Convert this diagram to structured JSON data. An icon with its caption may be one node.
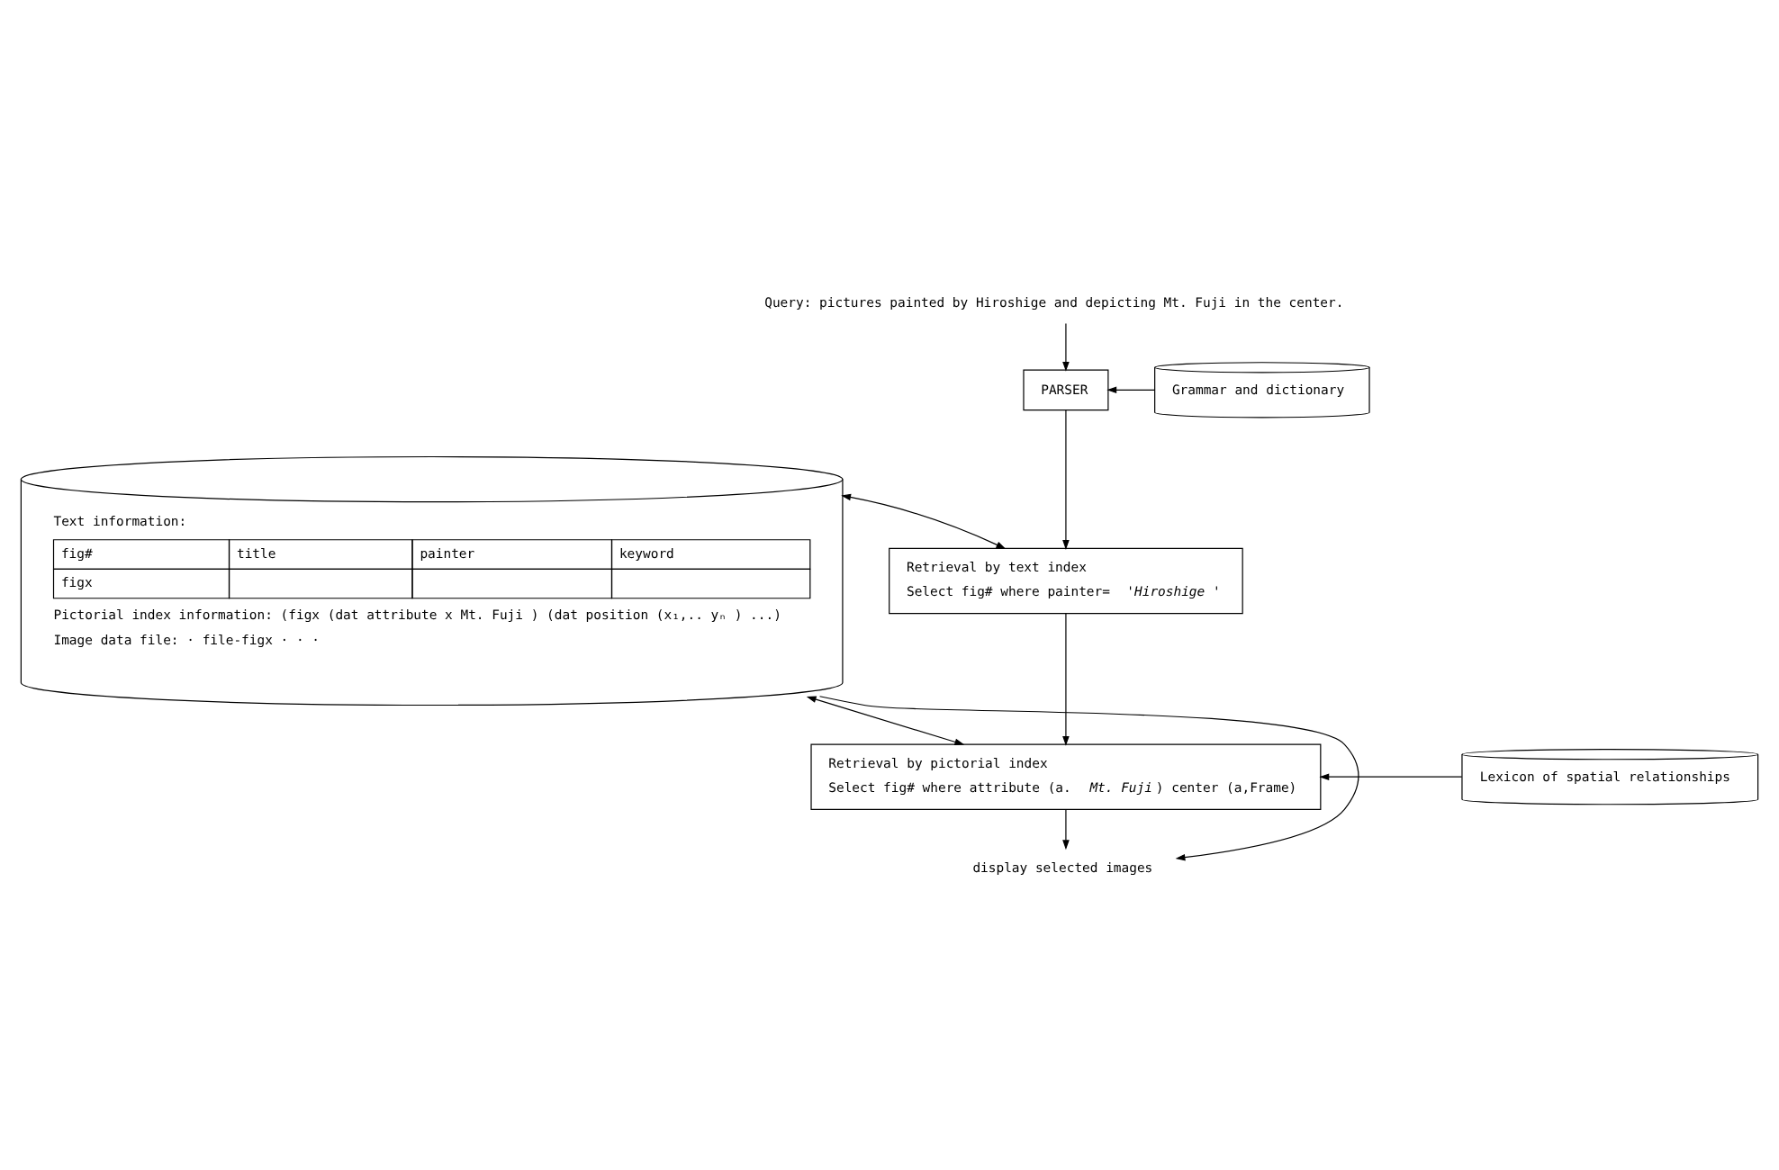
{
  "diagram": {
    "nodes": [
      {
        "text": [
          "Query: pictures painted by Hiroshige and depicting Mt. Fuji in the center."
        ]
      },
      {
        "text": [
          "PARSER"
        ]
      },
      {
        "text": [
          "Grammar and dictionary"
        ]
      },
      {
        "text": [
          "Retrieval by text index",
          "Select fig# where painter= *'Hiroshige '*"
        ]
      },
      {
        "text": [
          "Retrieval by pictorial index",
          "Select fig# where attribute (a. *Mt. Fuji*) center (a,Frame)"
        ]
      },
      {
        "text": [
          "Lexicon of spatial relationships"
        ]
      },
      {
        "text": [
          "display selected images"
        ]
      },
      {
        "text": [
          "Text information:",
          "Pictorial index information: (figx (dat attribute x Mt. Fuji ) (dat position (x₁,.. yₙ ) ...)",
          "Image data file: · file-figx · · ·"
        ]
      }
    ],
    "edges": [
      {
        "from": 0,
        "to": 1,
        "arrow": "to"
      },
      {
        "from": 2,
        "to": 1,
        "arrow": "to"
      },
      {
        "from": 1,
        "to": 3,
        "arrow": "to"
      },
      {
        "from": 7,
        "to": 3,
        "arrow": "both"
      },
      {
        "from": 3,
        "to": 4,
        "arrow": "to"
      },
      {
        "from": 5,
        "to": 4,
        "arrow": "to"
      },
      {
        "from": 7,
        "to": 4,
        "arrow": "both"
      },
      {
        "from": 4,
        "to": 6,
        "arrow": "to"
      },
      {
        "from": 7,
        "to": 6,
        "arrow": "to"
      }
    ],
    "labels": [
      "fig#",
      "title",
      "painter",
      "keyword",
      "figx"
    ]
  }
}
